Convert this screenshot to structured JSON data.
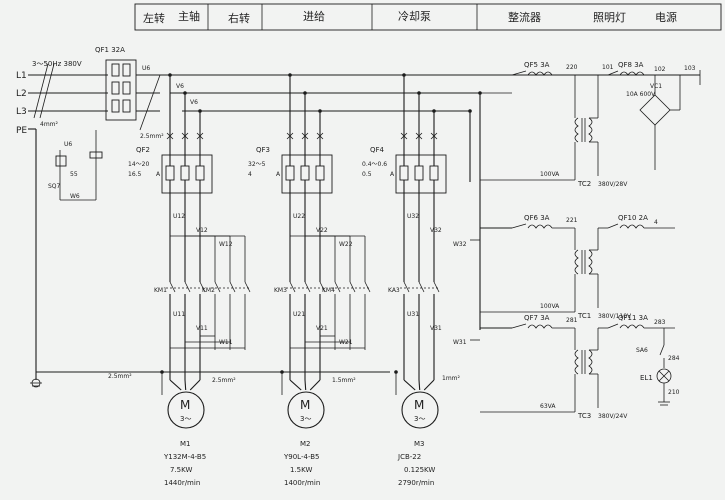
{
  "header": {
    "cells": [
      "左转",
      "主轴",
      "右转",
      "进给",
      "冷却泵",
      "整流器",
      "照明灯",
      "电源"
    ]
  },
  "supply": {
    "spec": "3～50Hz 380V",
    "lines": [
      "L1",
      "L2",
      "L3"
    ],
    "pe": "PE",
    "wire_size_left": "4mm²"
  },
  "breakers": {
    "qf1": "QF1 32A",
    "qf2": "QF2",
    "qf2_range": "14～20",
    "qf2_unit": "A",
    "qf2_set": "16.5",
    "qf3": "QF3",
    "qf3_range": "32～5",
    "qf3_unit": "A",
    "qf3_set": "4",
    "qf4": "QF4",
    "qf4_range": "0.4～0.6",
    "qf4_unit": "A",
    "qf4_set": "0.5",
    "qf5": "QF5 3A",
    "qf6": "QF6 3A",
    "qf7": "QF7 3A",
    "qf8": "QF8 3A",
    "qf10": "QF10 2A",
    "qf11": "QF11 3A"
  },
  "wire_labels": {
    "u6": "U6",
    "v6a": "V6",
    "v6b": "V6",
    "w6": "W6",
    "u6b": "U6",
    "sq7": "SQ7",
    "n55": "55",
    "u12": "U12",
    "v12": "V12",
    "w12": "W12",
    "u11": "U11",
    "v11": "V11",
    "w11": "W11",
    "u22": "U22",
    "v22": "V22",
    "w22": "W22",
    "u21": "U21",
    "v21": "V21",
    "w21": "W21",
    "u32": "U32",
    "v32": "V32",
    "w32": "W32",
    "u31": "U31",
    "v31": "V31",
    "w31": "W31",
    "n220": "220",
    "n101": "101",
    "n102": "102",
    "n103": "103",
    "n221": "221",
    "n4": "4",
    "n281": "281",
    "n283": "283",
    "n284": "284",
    "n210": "210",
    "size_25a": "2.5mm²",
    "size_25b": "2.5mm²",
    "size_25c": "2.5mm²",
    "size_15": "1.5mm²",
    "size_1": "1mm²"
  },
  "contactors": [
    "KM1",
    "KM2",
    "KM3",
    "KM4",
    "KA3"
  ],
  "transformers": [
    {
      "id": "TC2",
      "va": "100VA",
      "ratio": "380V/28V"
    },
    {
      "id": "TC1",
      "va": "100VA",
      "ratio": "380V/110V"
    },
    {
      "id": "TC3",
      "va": "63VA",
      "ratio": "380V/24V"
    }
  ],
  "rectifier": {
    "id": "VC1",
    "rating": "10A 600V"
  },
  "lamp": {
    "switch": "SA6",
    "lamp": "EL1"
  },
  "motors": [
    {
      "id": "M1",
      "model": "Y132M-4-B5",
      "power": "7.5KW",
      "speed": "1440r/min",
      "symbol": "M",
      "phase": "3～"
    },
    {
      "id": "M2",
      "model": "Y90L-4-B5",
      "power": "1.5KW",
      "speed": "1400r/min",
      "symbol": "M",
      "phase": "3～"
    },
    {
      "id": "M3",
      "model": "JCB-22",
      "power": "0.125KW",
      "speed": "2790r/min",
      "symbol": "M",
      "phase": "3～"
    }
  ]
}
